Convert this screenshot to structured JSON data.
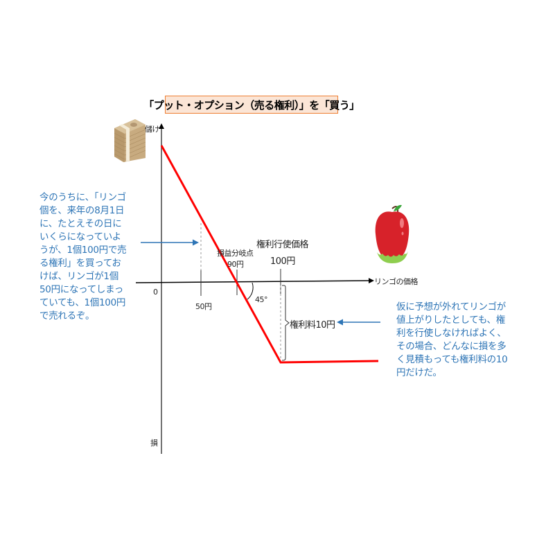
{
  "title": "「プット・オプション（売る権利）」を「買う」",
  "axes": {
    "y_top_label": "儲け",
    "y_bottom_label": "損",
    "x_label": "リンゴの価格",
    "origin_label": "0"
  },
  "markers": {
    "price_50": "50円",
    "breakeven_title": "損益分岐点",
    "breakeven_value": "90円",
    "strike_title": "権利行使価格",
    "strike_value": "100円",
    "angle": "45°",
    "premium": "権利料10円"
  },
  "notes": {
    "left": "今のうちに、「リンゴ個を、来年の8月1日に、たとえその日にいくらになっていようが、1個100円で売る権利」を買っておけば、リンゴが1個50円になってしまっていても、1個100円で売れるぞ。",
    "right": "仮に予想が外れてリンゴが値上がりしたとしても、権利を行使しなければよく、その場合、どんなに損を多く見積もっても権利料の10円だけだ。"
  },
  "icons": {
    "money": "money-stack-icon",
    "apple": "apple-icon"
  },
  "colors": {
    "payoff_line": "#ff0000",
    "note_text": "#2e75b6",
    "title_bg": "#fbe5d6",
    "title_border": "#ed7d31"
  },
  "chart_data": {
    "type": "line",
    "title": "「プット・オプション（売る権利）」を「買う」",
    "xlabel": "リンゴの価格",
    "ylabel": "儲け / 損",
    "series": [
      {
        "name": "put_option_buyer_payoff",
        "x": [
          0,
          90,
          100,
          130
        ],
        "y": [
          90,
          0,
          -10,
          -10
        ]
      }
    ],
    "annotations": [
      {
        "x": 50,
        "label": "50円"
      },
      {
        "x": 90,
        "label": "損益分岐点 90円"
      },
      {
        "x": 100,
        "label": "権利行使価格 100円"
      },
      {
        "label": "45°"
      },
      {
        "label": "権利料10円",
        "range_y": [
          0,
          -10
        ]
      }
    ],
    "grid": false,
    "legend": "none"
  }
}
